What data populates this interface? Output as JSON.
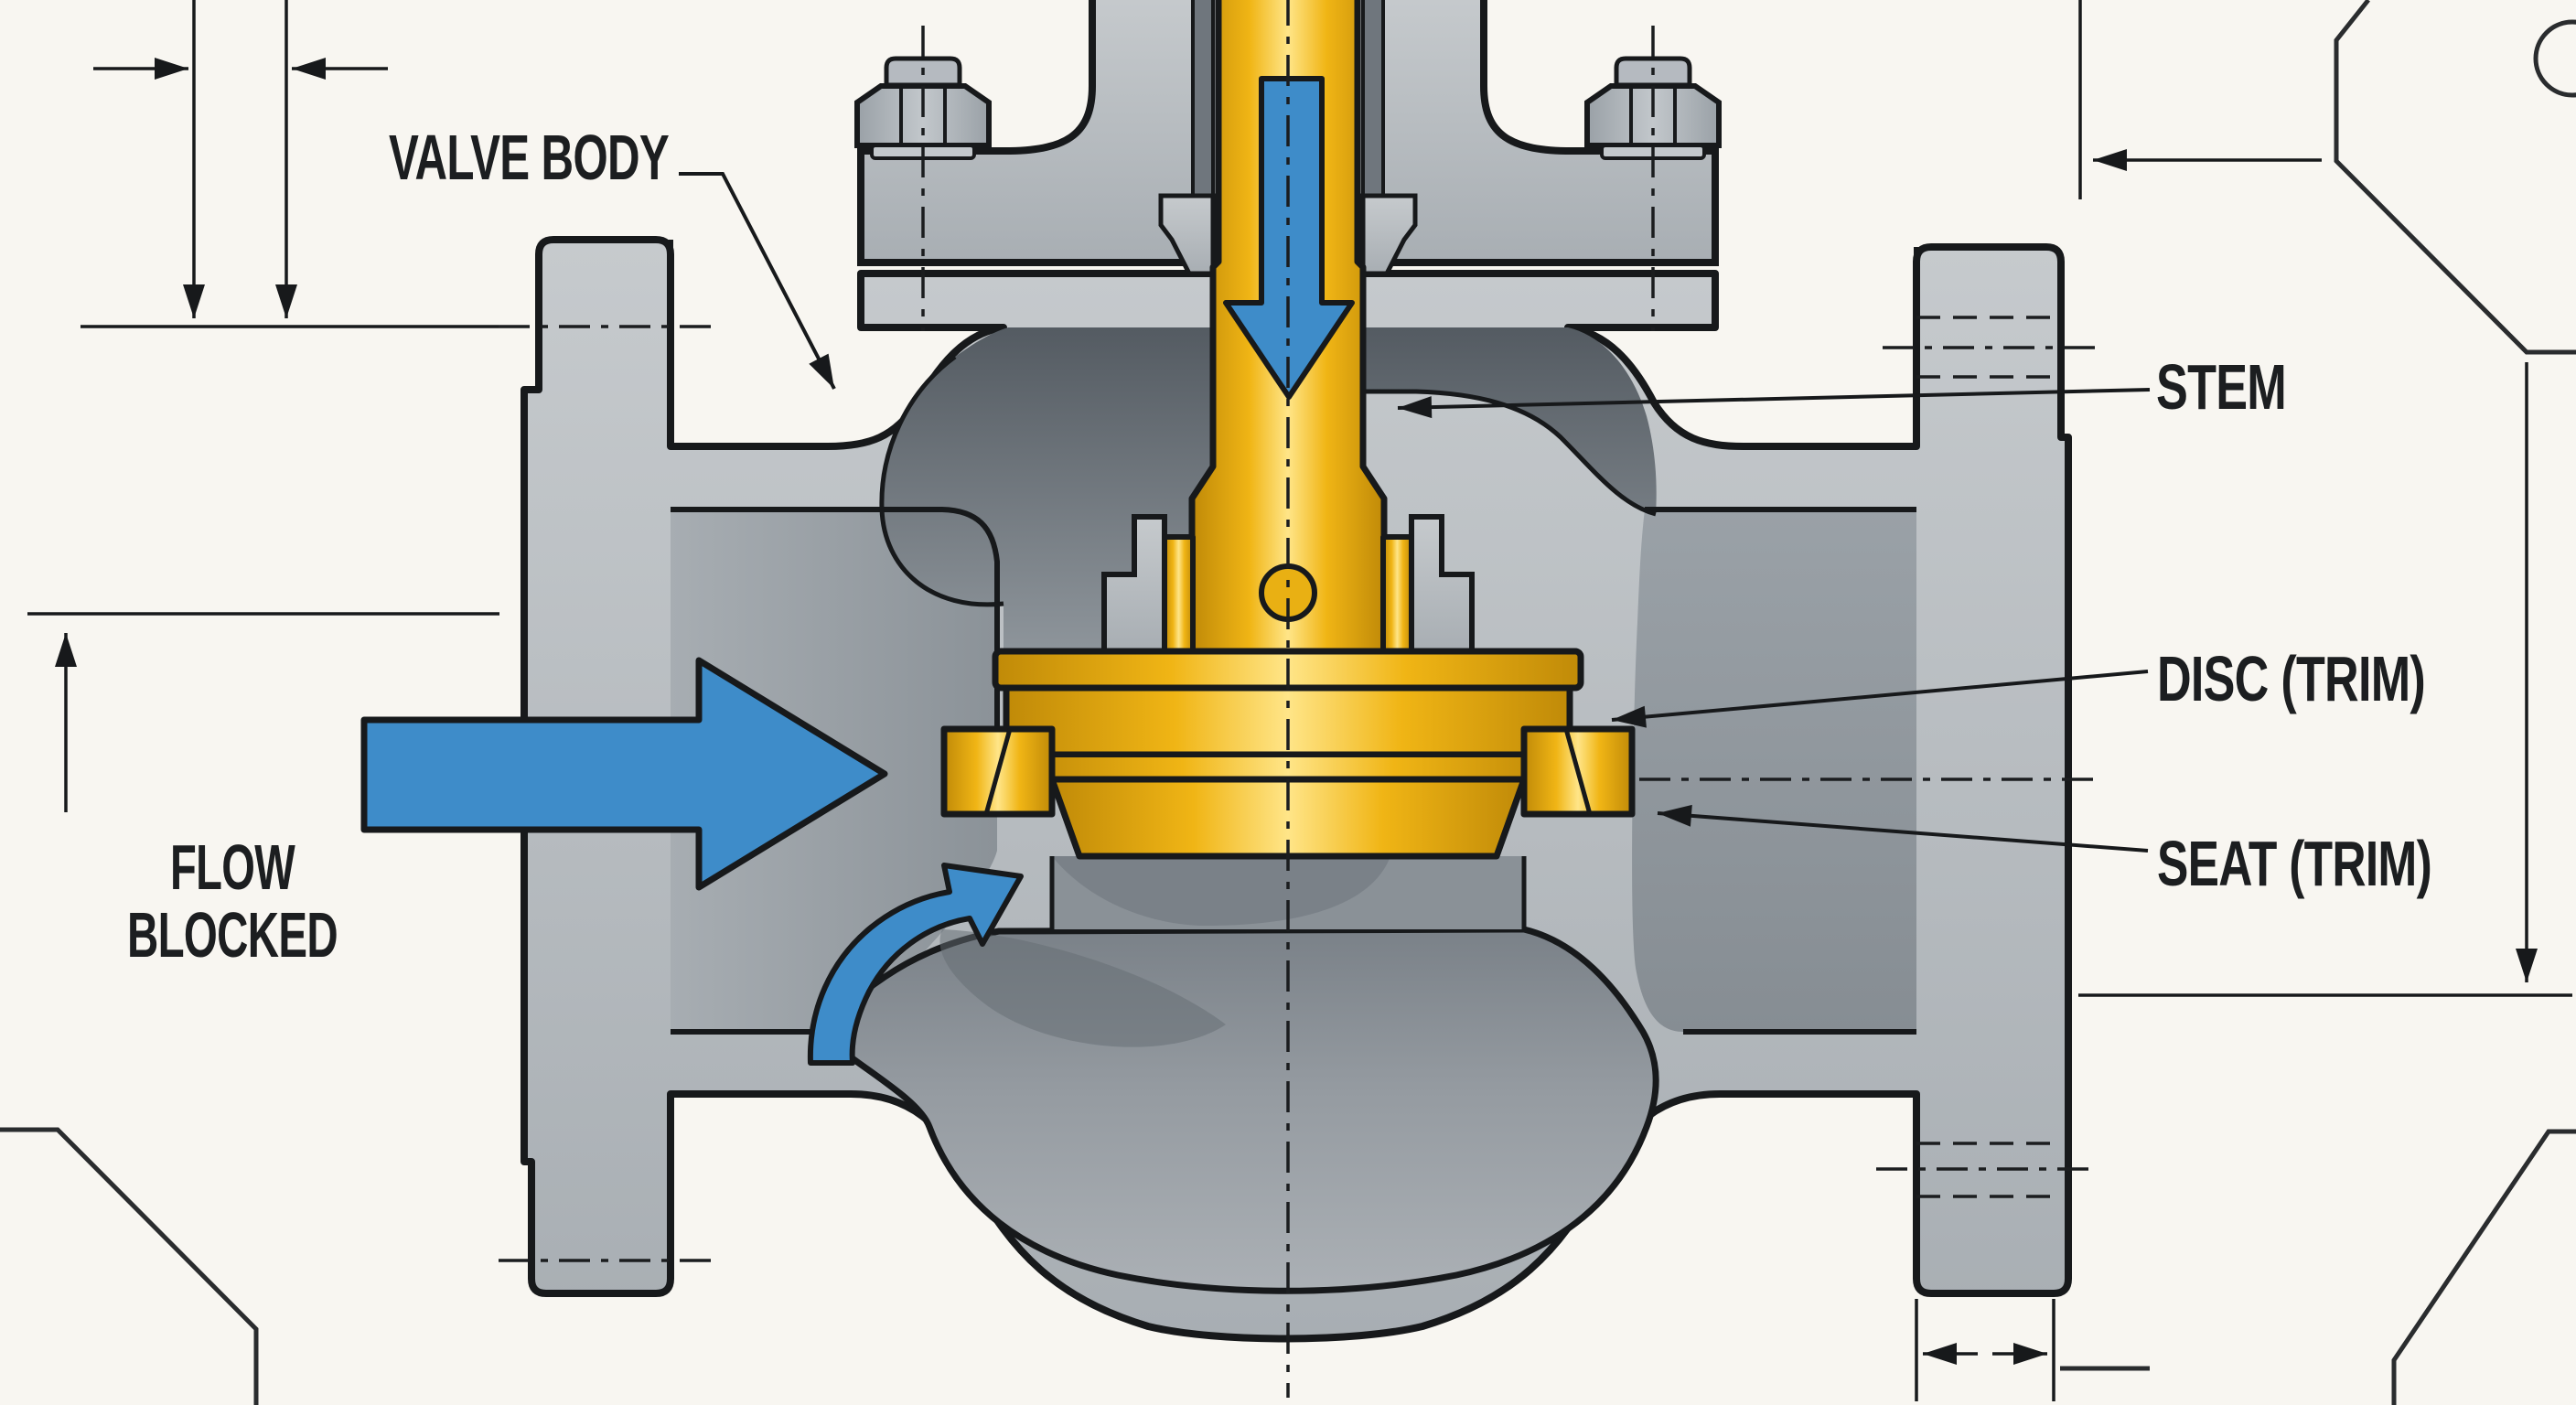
{
  "figure": {
    "title": "Globe valve cross-section, closed position",
    "type": "engineering-cutaway-diagram"
  },
  "labels": {
    "valve_body": "VALVE BODY",
    "stem": "STEM",
    "disc": "DISC (TRIM)",
    "seat": "SEAT (TRIM)",
    "flow_line1": "FLOW",
    "flow_line2": "BLOCKED"
  },
  "icons": {
    "inlet_flow_arrow": "flow-arrow-right-icon",
    "stem_thrust_arrow": "stem-arrow-down-icon",
    "blocked_path_arrow": "curved-flow-arrow-icon",
    "leader_arrows": "leader-arrowhead-icon",
    "dimension_arrows": "dimension-arrowhead-icon"
  },
  "colors": {
    "background": "#f8f6f1",
    "body_gray": "#b7bcc1",
    "interior_dark": "#5c636a",
    "trim_yellow": "#f2b816",
    "flow_blue": "#3e8cc9",
    "outline": "#17191b"
  }
}
